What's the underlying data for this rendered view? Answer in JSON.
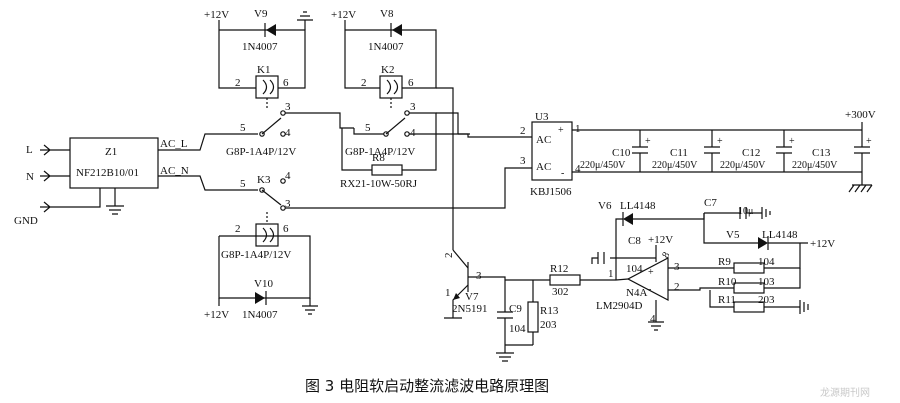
{
  "caption": "图 3   电阻软启动整流滤波电路原理图",
  "watermark": "龙源期刊网",
  "terminals": {
    "L": "L",
    "N": "N",
    "GND": "GND"
  },
  "filter": {
    "ref": "Z1",
    "part": "NF212B10/01",
    "out_l": "AC_L",
    "out_n": "AC_N"
  },
  "supply": {
    "v12": "+12V",
    "v300": "+300V"
  },
  "diodes": {
    "v9": {
      "ref": "V9",
      "part": "1N4007"
    },
    "v8": {
      "ref": "V8",
      "part": "1N4007"
    },
    "v10": {
      "ref": "V10",
      "part": "1N4007"
    },
    "v6": {
      "ref": "V6",
      "part": "LL4148"
    },
    "v5": {
      "ref": "V5",
      "part": "LL4148"
    }
  },
  "relays": {
    "k1": {
      "ref": "K1",
      "part": "G8P-1A4P/12V"
    },
    "k2": {
      "ref": "K2",
      "part": "G8P-1A4P/12V"
    },
    "k3": {
      "ref": "K3",
      "part": "G8P-1A4P/12V"
    }
  },
  "pins": {
    "p2": "2",
    "p3": "3",
    "p4": "4",
    "p5": "5",
    "p6": "6",
    "p1": "1",
    "p8": "8",
    "p_plus": "+",
    "p_minus": "-"
  },
  "resistors": {
    "r8": {
      "ref": "R8",
      "part": "RX21-10W-50RJ"
    },
    "r12": {
      "ref": "R12",
      "value": "302"
    },
    "r13": {
      "ref": "R13",
      "value": "203"
    },
    "r9": {
      "ref": "R9",
      "value": "104"
    },
    "r10": {
      "ref": "R10",
      "value": "103"
    },
    "r11": {
      "ref": "R11",
      "value": "203"
    }
  },
  "bridge": {
    "ref": "U3",
    "part": "KBJ1506",
    "ac": "AC"
  },
  "caps": {
    "c10": {
      "ref": "C10",
      "value": "220μ/450V"
    },
    "c11": {
      "ref": "C11",
      "value": "220μ/450V"
    },
    "c12": {
      "ref": "C12",
      "value": "220μ/450V"
    },
    "c13": {
      "ref": "C13",
      "value": "220μ/450V"
    },
    "c7": {
      "ref": "C7",
      "value": "10μ"
    },
    "c8": {
      "ref": "C8",
      "value": "104"
    },
    "c9": {
      "ref": "C9",
      "value": "104"
    }
  },
  "transistor": {
    "ref": "V7",
    "part": "2N5191"
  },
  "opamp": {
    "ref": "N4A",
    "part": "LM2904D"
  }
}
